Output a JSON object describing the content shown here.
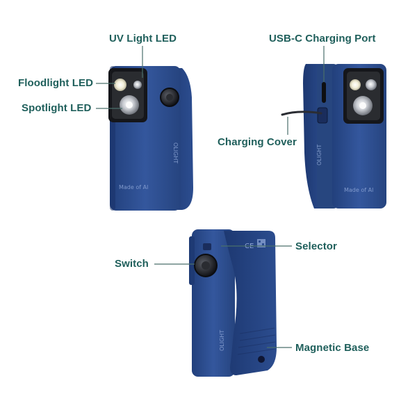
{
  "callouts": {
    "uv_light_led": "UV Light LED",
    "floodlight_led": "Floodlight LED",
    "spotlight_led": "Spotlight LED",
    "usb_c_port": "USB-C Charging Port",
    "charging_cover": "Charging Cover",
    "switch": "Switch",
    "selector": "Selector",
    "magnetic_base": "Magnetic Base"
  },
  "engravings": {
    "made_of_al": "Made of Al",
    "brand": "OLIGHT",
    "ce_mark": "CE"
  },
  "colors": {
    "body_blue": "#2f4f93",
    "label_teal": "#1f5f5b",
    "leader_line": "#4a6f6b"
  }
}
